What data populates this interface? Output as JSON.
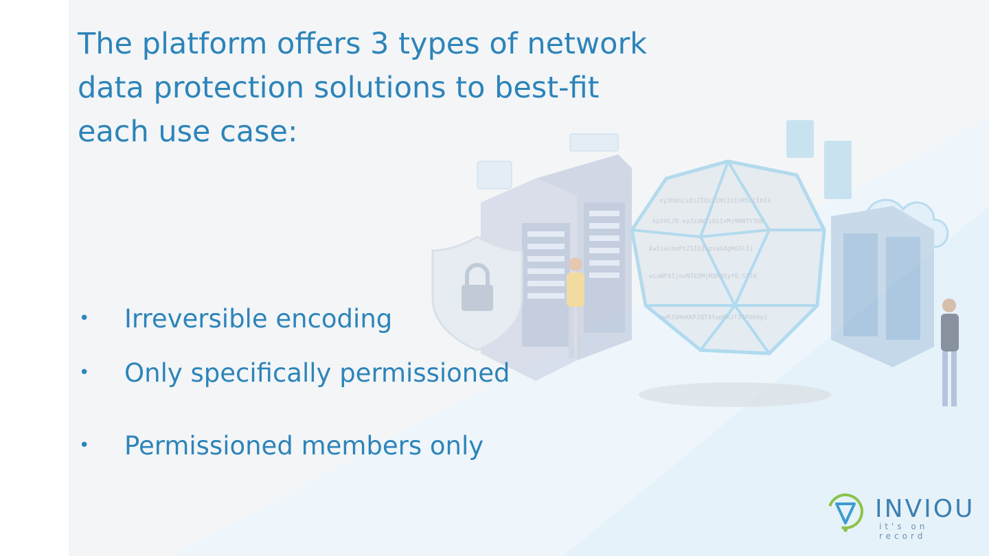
{
  "slide": {
    "title_lines": [
      "The platform offers 3 types of network",
      "data protection solutions to best-fit",
      "each use case:"
    ],
    "bullets": [
      "Irreversible encoding",
      "Only specifically permissioned",
      "Permissioned members only"
    ],
    "bullet_glyph": "•"
  },
  "logo": {
    "wordmark": "INVIOU",
    "tagline": "it's on record"
  },
  "colors": {
    "text": "#2d84b9",
    "background_tint": "#e9f4fb",
    "logo_green": "#8bc34a",
    "logo_blue": "#3d7fb0"
  },
  "icons": [
    "shield-lock-icon",
    "server-rack-icon",
    "cloud-lock-icon",
    "polyhedron-icon",
    "person-icon",
    "inviou-logo-icon"
  ]
}
